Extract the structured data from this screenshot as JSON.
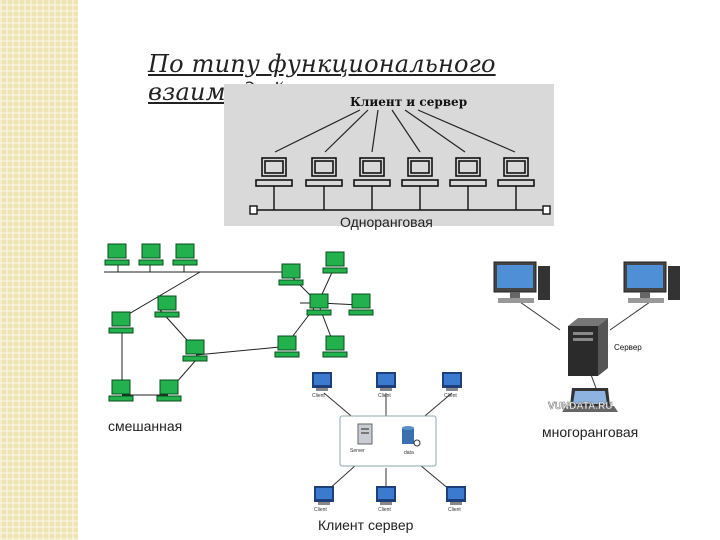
{
  "title": "По типу функционального взаимодействия",
  "captions": {
    "single_rank": "Одноранговая",
    "mixed": "смешанная",
    "multi_rank": "многоранговая",
    "client_server": "Клиент сервер"
  },
  "top_diagram": {
    "header": "Клиент и сервер"
  },
  "multi_diagram": {
    "server_label": "Сервер",
    "watermark": "VUNDATA.RU"
  },
  "client_server_diagram": {
    "client_label": "Client",
    "server_label": "Server",
    "db_label": "data"
  },
  "colors": {
    "green_pc": "#22b14c",
    "strip": "#efe3b4",
    "gray_box": "#d9d9d9"
  }
}
